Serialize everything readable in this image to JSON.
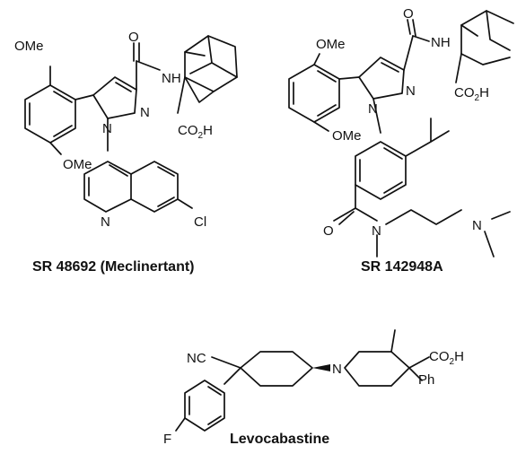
{
  "molecules": [
    {
      "name": "SR 48692 (Meclinertant)",
      "atoms": {
        "ome_top": "OMe",
        "ome_bottom": "OMe",
        "o_carbonyl": "O",
        "nh": "NH",
        "n1": "N",
        "n2": "N",
        "co2h": "CO",
        "co2h_sub": "2",
        "co2h_h": "H",
        "n_quinoline": "N",
        "cl": "Cl"
      }
    },
    {
      "name": "SR 142948A",
      "atoms": {
        "ome_top": "OMe",
        "ome_bottom": "OMe",
        "o_carbonyl": "O",
        "nh": "NH",
        "n1": "N",
        "n2": "N",
        "co2h": "CO",
        "co2h_sub": "2",
        "co2h_h": "H",
        "o_amide": "O",
        "n_amide": "N",
        "n_amine": "N"
      }
    },
    {
      "name": "Levocabastine",
      "atoms": {
        "nc": "NC",
        "n_piperidine": "N",
        "co2h": "CO",
        "co2h_sub": "2",
        "co2h_h": "H",
        "ph": "Ph",
        "f": "F"
      }
    }
  ]
}
